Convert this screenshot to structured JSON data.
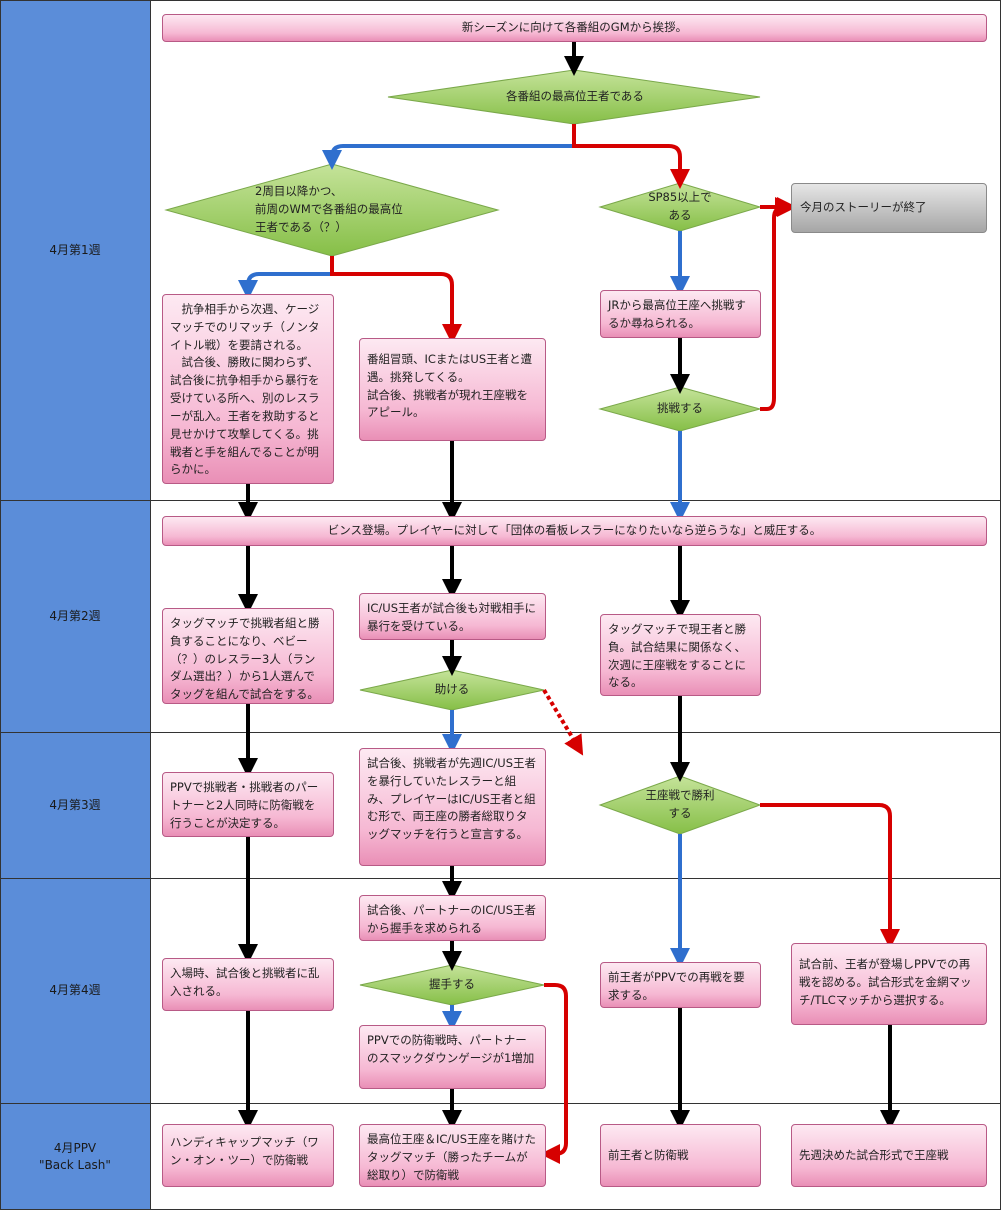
{
  "lanes": [
    {
      "label": "4月第1週"
    },
    {
      "label": "4月第2週"
    },
    {
      "label": "4月第3週"
    },
    {
      "label": "4月第4週"
    },
    {
      "label": "4月PPV\n\"Back Lash\""
    }
  ],
  "nodes": {
    "n_gm": "新シーズンに向けて各番組のGMから挨拶。",
    "d_top": "各番組の最高位王者である",
    "d_2nd": "2周目以降かつ、\n前周のWMで各番組の最高位\n王者である（？）",
    "d_sp85": "SP85以上で\nある",
    "n_end": "今月のストーリーが終了",
    "n_rematch": "　抗争相手から次週、ケージマッチでのリマッチ（ノンタイトル戦）を要請される。\n　試合後、勝敗に関わらず、試合後に抗争相手から暴行を受けている所へ、別のレスラーが乱入。王者を救助すると見せかけて攻撃してくる。挑戦者と手を組んでることが明らかに。",
    "n_ic": "番組冒頭、ICまたはUS王者と遭遇。挑発してくる。\n試合後、挑戦者が現れ王座戦をアピール。",
    "n_jr": "JRから最高位王座へ挑戦するか尋ねられる。",
    "d_challenge": "挑戦する",
    "n_vince": "ビンス登場。プレイヤーに対して「団体の看板レスラーになりたいなら逆らうな」と威圧する。",
    "n_tag1": "タッグマッチで挑戦者組と勝負することになり、ベビー（？）のレスラー3人（ランダム選出？）から1人選んでタッグを組んで試合をする。",
    "n_icus_attacked": "IC/US王者が試合後も対戦相手に暴行を受けている。",
    "d_help": "助ける",
    "n_tag_champ": "タッグマッチで現王者と勝負。試合結果に関係なく、次週に王座戦をすることになる。",
    "n_ppv_decide": "PPVで挑戦者・挑戦者のパートナーと2人同時に防衛戦を行うことが決定する。",
    "n_challenger_team": "試合後、挑戦者が先週IC/US王者を暴行していたレスラーと組み、プレイヤーはIC/US王者と組む形で、両王座の勝者総取りタッグマッチを行うと宣言する。",
    "d_win": "王座戦で勝利\nする",
    "n_handshake_req": "試合後、パートナーのIC/US王者から握手を求められる",
    "d_handshake": "握手する",
    "n_entrance": "入場時、試合後と挑戦者に乱入される。",
    "n_smackdown": "PPVでの防衛戦時、パートナーのスマックダウンゲージが1増加",
    "n_rematch_req": "前王者がPPVでの再戦を要求する。",
    "n_champ_allow": "試合前、王者が登場しPPVでの再戦を認める。試合形式を金網マッチ/TLCマッチから選択する。",
    "n_handicap": "ハンディキャップマッチ（ワン・オン・ツー）で防衛戦",
    "n_double_title": "最高位王座＆IC/US王座を賭けたタッグマッチ（勝ったチームが総取り）で防衛戦",
    "n_prev_champ": "前王者と防衛戦",
    "n_chosen": "先週決めた試合形式で王座戦"
  },
  "colors": {
    "lane_fill": "#5b8dd9",
    "decision_fill": "#9fcf5d",
    "arrow_black": "#000000",
    "arrow_blue": "#2f6fce",
    "arrow_red": "#d60000"
  }
}
